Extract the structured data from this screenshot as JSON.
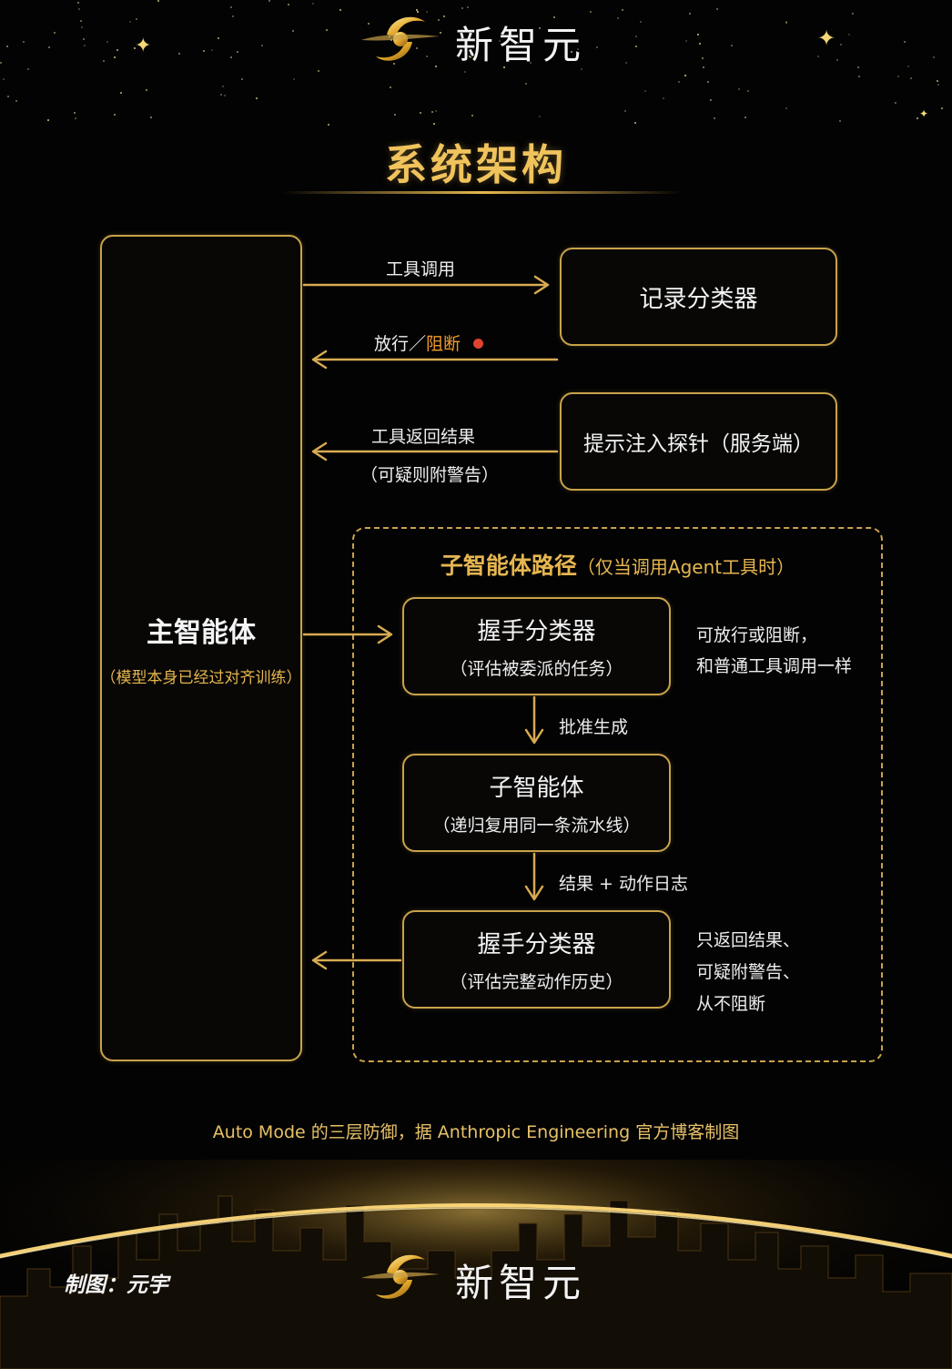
{
  "brand": {
    "name": "新智元",
    "author": "制图：元宇"
  },
  "title": "系统架构",
  "nodes": {
    "main_agent": {
      "title": "主智能体",
      "sub": "（模型本身已经过对齐训练）"
    },
    "record_classifier": {
      "title": "记录分类器"
    },
    "prompt_probe": {
      "title": "提示注入探针（服务端）"
    },
    "subagent_path": {
      "title": "子智能体路径",
      "sub": "（仅当调用Agent工具时）"
    },
    "handshake_1": {
      "title": "握手分类器",
      "sub": "（评估被委派的任务）"
    },
    "subagent": {
      "title": "子智能体",
      "sub": "（递归复用同一条流水线）"
    },
    "handshake_2": {
      "title": "握手分类器",
      "sub": "（评估完整动作历史）"
    }
  },
  "edges": {
    "tool_call": "工具调用",
    "allow": "放行／",
    "block": "阻断",
    "tool_result": "工具返回结果",
    "tool_result_sub": "（可疑则附警告）",
    "approve": "批准生成",
    "result_log": "结果 + 动作日志"
  },
  "notes": {
    "note1_line1": "可放行或阻断，",
    "note1_line2": "和普通工具调用一样",
    "note2_line1": "只返回结果、",
    "note2_line2": "可疑附警告、",
    "note2_line3": "从不阻断"
  },
  "caption": "Auto Mode 的三层防御，据 Anthropic Engineering 官方博客制图",
  "colors": {
    "gold": "#c9a24a",
    "gold_text": "#e6b650",
    "block_red": "#e0442f",
    "block_orange": "#f09a2c",
    "background": "#030303"
  }
}
